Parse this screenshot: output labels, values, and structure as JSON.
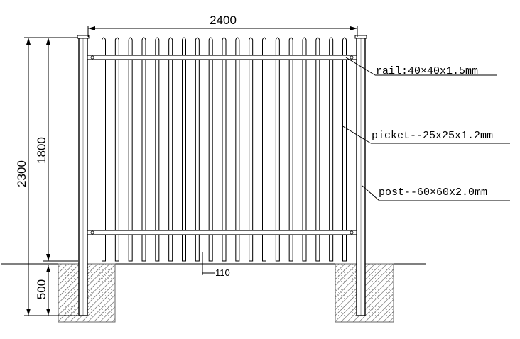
{
  "dimensions": {
    "panel_width": "2400",
    "total_height": "2300",
    "panel_height": "1800",
    "footing_depth": "500",
    "ground_gap": "110"
  },
  "labels": {
    "rail": "rail:40×40x1.5mm",
    "picket": "picket--25x25x1.2mm",
    "post": "post--60×60x2.0mm"
  },
  "picket_count": 19,
  "rail_count": 2,
  "colors": {
    "line": "#000000",
    "background": "#ffffff",
    "footing_hatch": "#555555"
  }
}
